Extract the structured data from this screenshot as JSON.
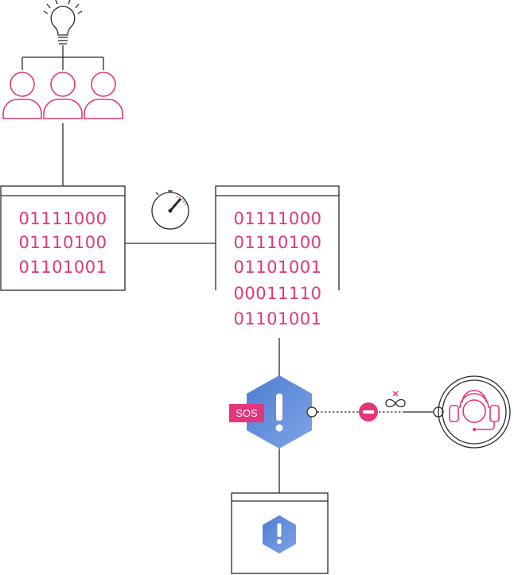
{
  "left_window": {
    "lines": [
      "01111000",
      "01110100",
      "01101001"
    ]
  },
  "right_window": {
    "lines": [
      "01111000",
      "01110100",
      "01101001",
      "00011110",
      "01101001"
    ]
  },
  "sos_badge": {
    "label": "SOS"
  },
  "colors": {
    "accent_pink": "#e4367a",
    "hex_blue": "#5b86d6",
    "stroke": "#2a2a2a"
  },
  "icons": [
    "lightbulb-icon",
    "user-icon",
    "stopwatch-icon",
    "alert-hexagon-icon",
    "minus-circle-icon",
    "infinity-icon",
    "support-headset-icon"
  ]
}
